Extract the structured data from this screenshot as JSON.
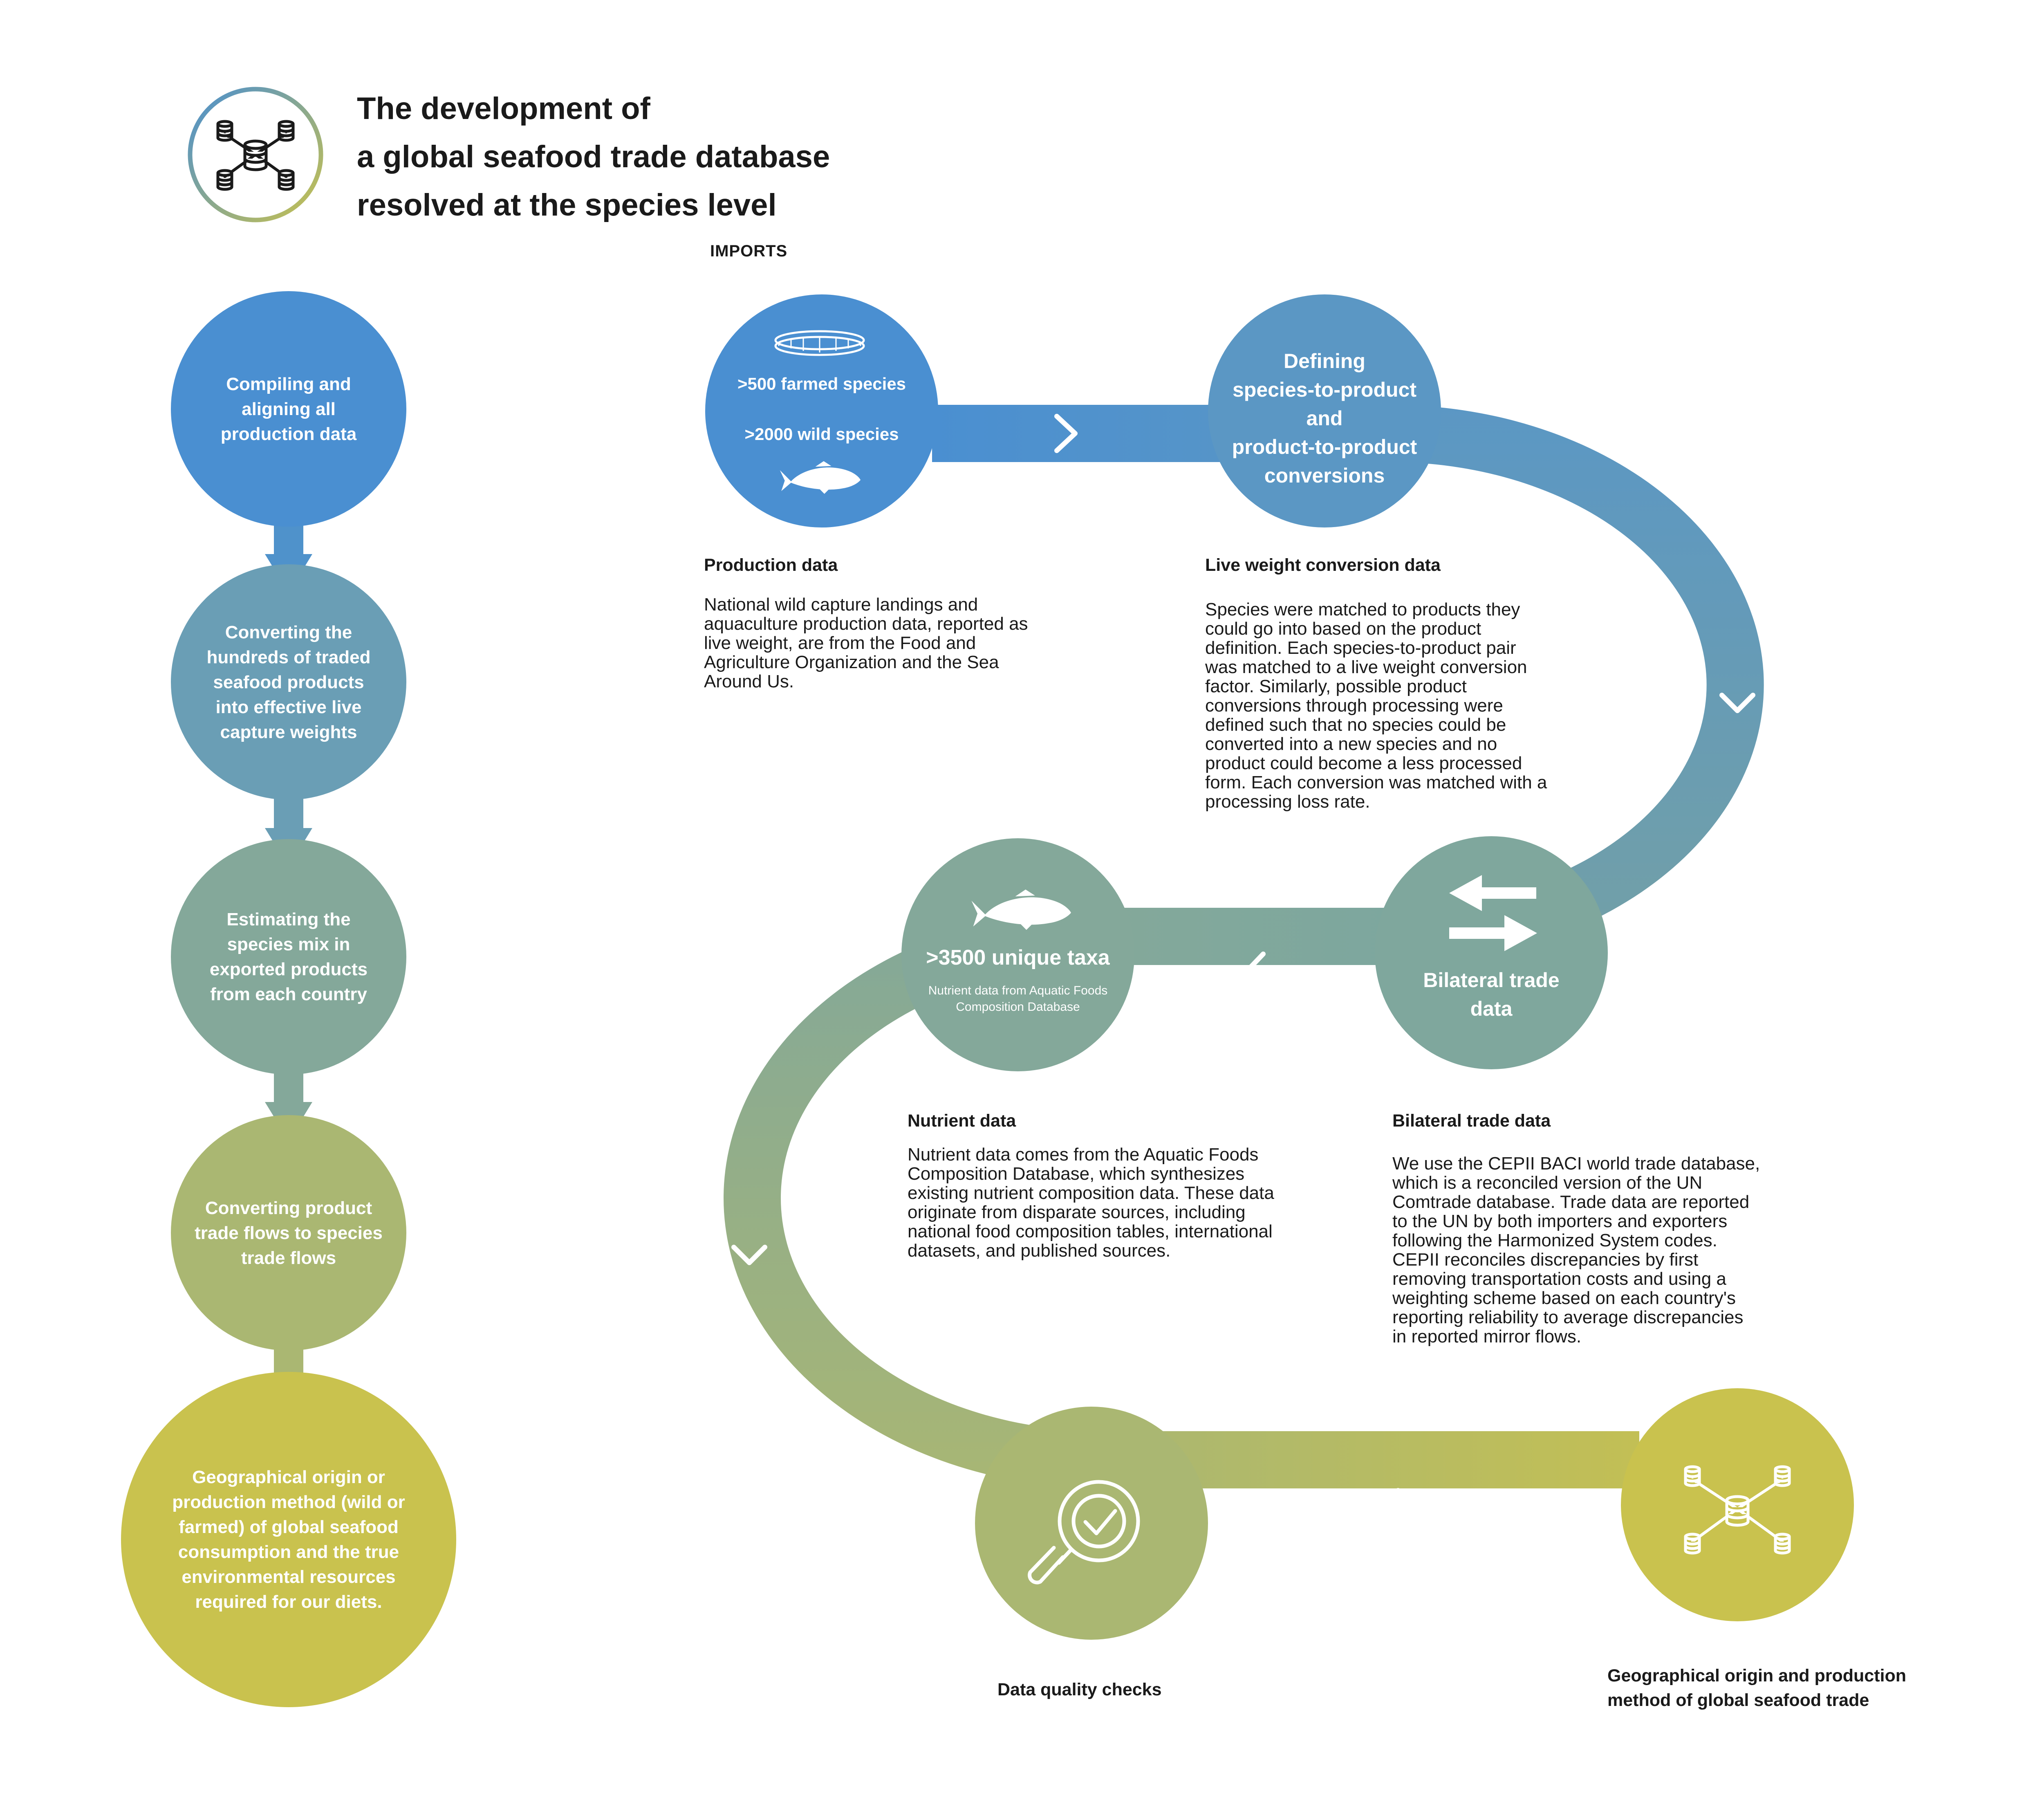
{
  "title": {
    "line1": "The development of",
    "line2": "a global seafood trade database",
    "line3": "resolved at the species level"
  },
  "imports_label": "IMPORTS",
  "left_steps": [
    {
      "lines": [
        "Compiling and",
        "aligning all",
        "production data"
      ]
    },
    {
      "lines": [
        "Converting the",
        "hundreds of traded",
        "seafood products",
        "into effective live",
        "capture weights"
      ]
    },
    {
      "lines": [
        "Estimating the",
        "species mix in",
        "exported products",
        "from each country"
      ]
    },
    {
      "lines": [
        "Converting product",
        "trade flows to species",
        "trade flows"
      ]
    },
    {
      "lines": [
        "Geographical origin or",
        "production method (wild or",
        "farmed) of global seafood",
        "consumption and the true",
        "environmental resources",
        "required for our diets."
      ]
    }
  ],
  "production": {
    "farmed": ">500 farmed species",
    "wild": ">2000 wild species",
    "heading": "Production data",
    "lines": [
      "National wild capture landings and",
      "aquaculture production data, reported as",
      "live weight, are from the Food and",
      "Agriculture Organization and the Sea",
      "Around Us."
    ]
  },
  "conversion": {
    "circle_lines": [
      "Defining",
      "species-to-product",
      "and",
      "product-to-product",
      "conversions"
    ],
    "heading": "Live weight conversion data",
    "lines": [
      "Species were matched to products they",
      "could go into based on the product",
      "definition. Each species-to-product pair",
      "was matched to a live weight conversion",
      "factor. Similarly, possible product",
      "conversions through processing were",
      "defined such that no species could be",
      "converted into a new species and no",
      "product could become a less processed",
      "form. Each conversion was matched with a",
      "processing loss rate."
    ]
  },
  "trade": {
    "circle_lines": [
      "Bilateral trade",
      "data"
    ],
    "heading": "Bilateral trade data",
    "lines": [
      "We use the CEPII BACI world trade database,",
      "which is a reconciled version of the UN",
      "Comtrade database. Trade data are reported",
      "to the UN by both importers and exporters",
      "following the Harmonized System codes.",
      "CEPII reconciles discrepancies by first",
      "removing transportation costs and using a",
      "weighting scheme based on each country's",
      "reporting reliability to average discrepancies",
      "in reported mirror flows."
    ]
  },
  "nutrient": {
    "big": ">3500 unique taxa",
    "small_lines": [
      "Nutrient data from Aquatic Foods",
      "Composition Database"
    ],
    "heading": "Nutrient data",
    "lines": [
      "Nutrient data comes from the Aquatic Foods",
      "Composition Database, which synthesizes",
      "existing nutrient composition data. These data",
      "originate from disparate sources, including",
      "national food composition tables, international",
      "datasets, and published sources."
    ]
  },
  "quality": {
    "caption": "Data quality checks"
  },
  "final": {
    "caption_lines": [
      "Geographical origin and production",
      "method of global seafood trade"
    ]
  },
  "icons": [
    "database-network-icon",
    "fish-net-ring-icon",
    "fish-icon",
    "swap-arrows-icon",
    "magnifier-check-icon",
    "chevron-icon"
  ],
  "colors": {
    "blue": "#4a8fd1",
    "steel": "#6a9eb5",
    "sage": "#84a89a",
    "olive": "#aab772",
    "yellow": "#c9c24e"
  }
}
